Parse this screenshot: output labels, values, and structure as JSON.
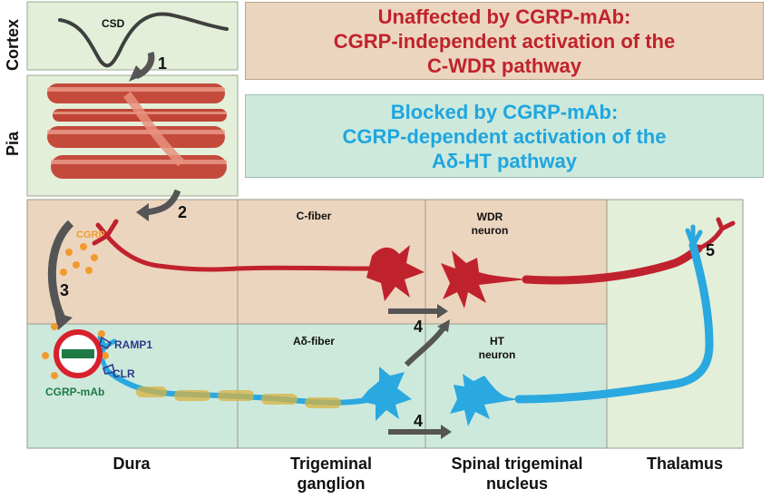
{
  "row_labels": {
    "cortex": "Cortex",
    "pia": "Pia"
  },
  "csd_label": "CSD",
  "banner_top": {
    "line1": "Unaffected by CGRP-mAb:",
    "line2": "CGRP-independent activation of the",
    "line3": "C-WDR pathway",
    "text_color": "#c0222d",
    "fill": "#ecd5be"
  },
  "banner_bottom": {
    "line1": "Blocked by CGRP-mAb:",
    "line2": "CGRP-dependent activation of the",
    "line3": "Aδ-HT pathway",
    "text_color": "#1fa6df",
    "fill": "#cde9dc"
  },
  "cell_labels": {
    "c_fiber": "C-fiber",
    "wdr_neuron_1": "WDR",
    "wdr_neuron_2": "neuron",
    "a_delta_fiber": "Aδ-fiber",
    "ht_neuron_1": "HT",
    "ht_neuron_2": "neuron"
  },
  "molecule_labels": {
    "cgrp": "CGRP",
    "ramp1": "RAMP1",
    "clr": "CLR",
    "cgrp_mab": "CGRP-mAb"
  },
  "step_numbers": [
    "1",
    "2",
    "3",
    "4",
    "4",
    "5"
  ],
  "column_labels": {
    "dura": "Dura",
    "trigeminal_1": "Trigeminal",
    "trigeminal_2": "ganglion",
    "spinal_1": "Spinal trigeminal",
    "spinal_2": "nucleus",
    "thalamus": "Thalamus"
  },
  "colors": {
    "c_pathway_red": "#c0222d",
    "a_delta_blue": "#2aa8e0",
    "cgrp_orange": "#f29a2e",
    "mab_green": "#1e7a45",
    "receptor_navy": "#2d3a8c",
    "top_zone": "#ecd5be",
    "bottom_zone": "#cde9dc",
    "thalamus_zone": "#e3efd9"
  }
}
